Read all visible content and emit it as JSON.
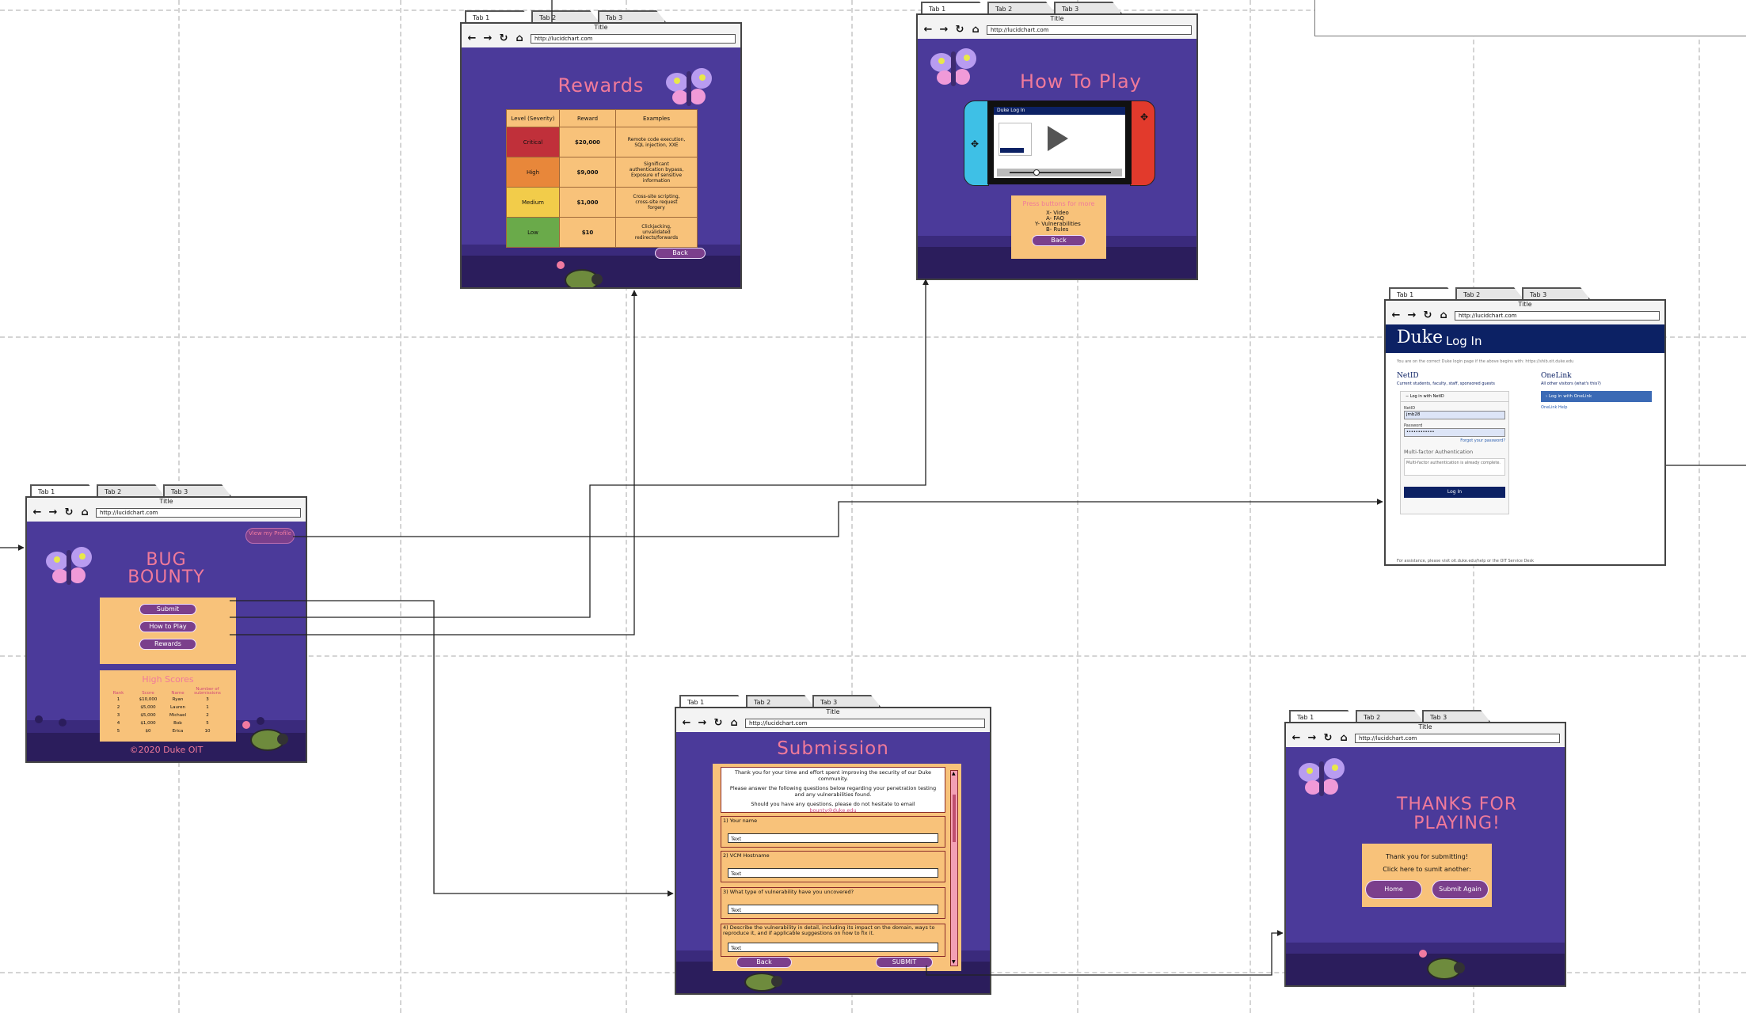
{
  "browser": {
    "tabs": [
      "Tab 1",
      "Tab 2",
      "Tab 3"
    ],
    "title": "Title",
    "url": "http://lucidchart.com"
  },
  "home": {
    "view_profile": "View my Profile",
    "title_line1": "BUG",
    "title_line2": "BOUNTY",
    "buttons": [
      "Submit",
      "How to Play",
      "Rewards"
    ],
    "high_scores_title": "High Scores",
    "headers": [
      "Rank",
      "Score",
      "Name",
      "Number of submissions"
    ],
    "rows": [
      [
        "1",
        "$10,000",
        "Ryan",
        "3"
      ],
      [
        "2",
        "$5,000",
        "Lauren",
        "1"
      ],
      [
        "3",
        "$5,000",
        "Michael",
        "2"
      ],
      [
        "4",
        "$1,000",
        "Bob",
        "5"
      ],
      [
        "5",
        "$0",
        "Erica",
        "10"
      ]
    ],
    "footer": "©2020 Duke OIT"
  },
  "rewards": {
    "title": "Rewards",
    "headers": [
      "Level (Severity)",
      "Reward",
      "Examples"
    ],
    "rows": [
      {
        "level": "Critical",
        "reward": "$20,000",
        "example": "Remote code execution, SQL injection, XXE",
        "color": "#c0303a"
      },
      {
        "level": "High",
        "reward": "$9,000",
        "example": "Significant authentication bypass, Exposure of sensitive information",
        "color": "#e8873a"
      },
      {
        "level": "Medium",
        "reward": "$1,000",
        "example": "Cross-site scripting, cross-site request forgery",
        "color": "#f2cc4a"
      },
      {
        "level": "Low",
        "reward": "$10",
        "example": "Clickjacking, unvalidated redirects/forwards",
        "color": "#6aaa4a"
      }
    ],
    "back": "Back"
  },
  "howto": {
    "title": "How To Play",
    "video_caption": "Duke Log In",
    "info_title": "Press buttons for more",
    "info_lines": [
      "X- Video",
      "A- FAQ",
      "Y- Vulnerabilities",
      "B- Rules"
    ],
    "back": "Back"
  },
  "duke": {
    "brand": "Duke",
    "header": "Log In",
    "notice": "You are on the correct Duke login page if the above begins with: https://shib.oit.duke.edu",
    "netid_title": "NetID",
    "netid_sub": "Current students, faculty, staff, sponsored guests",
    "netid_toggle": "Log in with NetID",
    "netid_label": "NetID",
    "netid_value": "jmb28",
    "password_label": "Password",
    "password_value": "••••••••••••",
    "forgot": "Forgot your password?",
    "mfa_title": "Multi-factor Authentication",
    "mfa_text": "Multi-factor authentication is already complete.",
    "login_button": "Log In",
    "onelink_title": "OneLink",
    "onelink_sub": "All other visitors (what's this?)",
    "onelink_button": "Log in with OneLink",
    "onelink_link": "OneLink Help",
    "footer": "For assistance, please visit oit.duke.edu/help or the OIT Service Desk"
  },
  "submission": {
    "title": "Submission",
    "intro1": "Thank you for your time and effort spent improving the security of our Duke community.",
    "intro2": "Please answer the following questions below regarding your penetration testing and any vulnerabilities found.",
    "intro3": "Should you have any questions, please do not hesitate to email",
    "email": "bounty@duke.edu",
    "questions": [
      "1) Your name",
      "2) VCM Hostname",
      "3) What type of vulnerability have you uncovered?",
      "4) Describe the vulnerability in detail, including its impact on the domain, ways to reproduce it, and if applicable suggestions on how to fix it."
    ],
    "field_text": "Text",
    "back": "Back",
    "submit": "SUBMIT"
  },
  "thanks": {
    "title_line1": "THANKS FOR",
    "title_line2": "PLAYING!",
    "line1": "Thank you for submitting!",
    "line2": "Click here to sumit another:",
    "home": "Home",
    "again": "Submit Again"
  },
  "colors": {
    "bg_purple": "#4b3a9a",
    "ground": "#2b1d5c",
    "peach": "#f8c27a",
    "pink_title": "#f07a9a",
    "button": "#7b3f8c",
    "duke_navy": "#0c2164"
  }
}
